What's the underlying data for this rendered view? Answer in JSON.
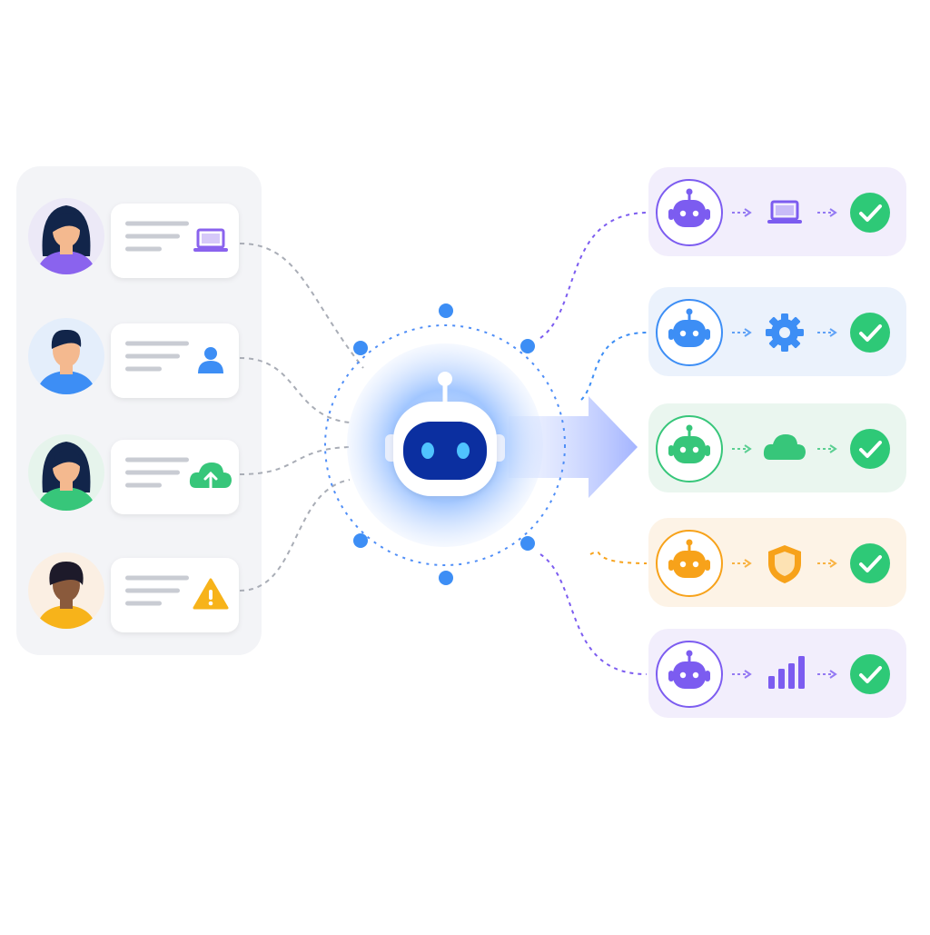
{
  "colors": {
    "left_panel": "#f3f4f7",
    "card": "#ffffff",
    "card_line": "#c9ccd3",
    "connector_gray": "#a9adb6",
    "hub_blue": "#4f8ef7",
    "hub_glow": "#bcd7ff",
    "hub_eye_bg": "#0b2fa0",
    "hub_eye": "#4fc3ff",
    "arrow": "#aab8ff",
    "check": "#2ec977",
    "purple": "#7c5cf0",
    "blue": "#3d8ef5",
    "green": "#37c67a",
    "orange": "#f7a21a"
  },
  "requests": [
    {
      "avatar": "woman-long-dark-hair-purple-shirt",
      "icon": "laptop-icon",
      "accent": "#8a63ee",
      "avatar_bg": "#ece9f7"
    },
    {
      "avatar": "man-short-dark-hair-blue-shirt",
      "icon": "user-icon",
      "accent": "#3d8ef5",
      "avatar_bg": "#e4eefb"
    },
    {
      "avatar": "woman-long-dark-hair-green-shirt",
      "icon": "cloud-upload-icon",
      "accent": "#37c67a",
      "avatar_bg": "#e6f4ec"
    },
    {
      "avatar": "man-curly-hair-yellow-shirt",
      "icon": "warning-icon",
      "accent": "#f7b31a",
      "avatar_bg": "#fbefe3"
    }
  ],
  "outputs": [
    {
      "accent": "#7c5cf0",
      "panel": "#f2eefc",
      "icon": "laptop-icon"
    },
    {
      "accent": "#3d8ef5",
      "panel": "#ebf2fc",
      "icon": "gear-icon"
    },
    {
      "accent": "#37c67a",
      "panel": "#eaf6ef",
      "icon": "cloud-icon"
    },
    {
      "accent": "#f7a21a",
      "panel": "#fdf3e6",
      "icon": "shield-icon"
    },
    {
      "accent": "#7c5cf0",
      "panel": "#f2eefc",
      "icon": "bar-chart-icon"
    }
  ]
}
